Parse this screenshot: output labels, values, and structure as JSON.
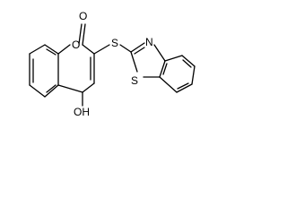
{
  "molecule": {
    "atoms": {
      "carbonyl_oxygen": "O",
      "ring_oxygen": "O",
      "thioether_sulfur": "S",
      "thiazole_nitrogen": "N",
      "thiazole_sulfur": "S",
      "hydroxyl": "OH"
    }
  }
}
